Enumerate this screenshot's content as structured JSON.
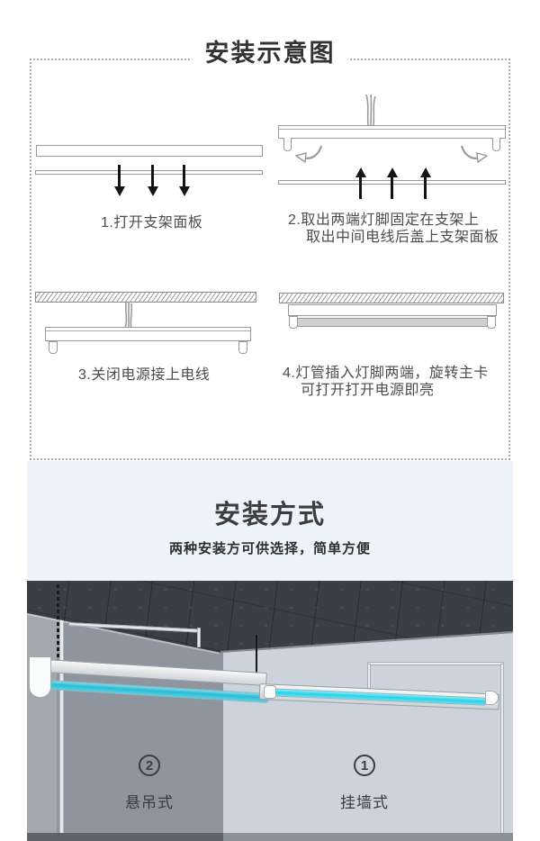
{
  "install_diagram": {
    "title": "安装示意图",
    "steps": [
      {
        "caption_line1": "1.打开支架面板"
      },
      {
        "caption_line1": "2.取出两端灯脚固定在支架上",
        "caption_line2": "取出中间电线后盖上支架面板"
      },
      {
        "caption_line1": "3.关闭电源接上电线"
      },
      {
        "caption_line1": "4.灯管插入灯脚两端，旋转主卡",
        "caption_line2": "可打开打开电源即亮"
      }
    ]
  },
  "install_method": {
    "title": "安装方式",
    "subtitle": "两种安装方可供选择，简单方便",
    "labels": [
      {
        "number": "2",
        "name": "悬吊式"
      },
      {
        "number": "1",
        "name": "挂墙式"
      }
    ]
  },
  "colors": {
    "section_bg": "#edf3fa",
    "diagram_line": "#999999",
    "arrow_black": "#141414",
    "title_text": "#333333",
    "caption_text": "#4c4c4c",
    "ceiling": "#3a3f45",
    "wall_left": "#8e959e",
    "wall_right": "#ccd3dc",
    "tube_cyan": "#35c6dc"
  }
}
